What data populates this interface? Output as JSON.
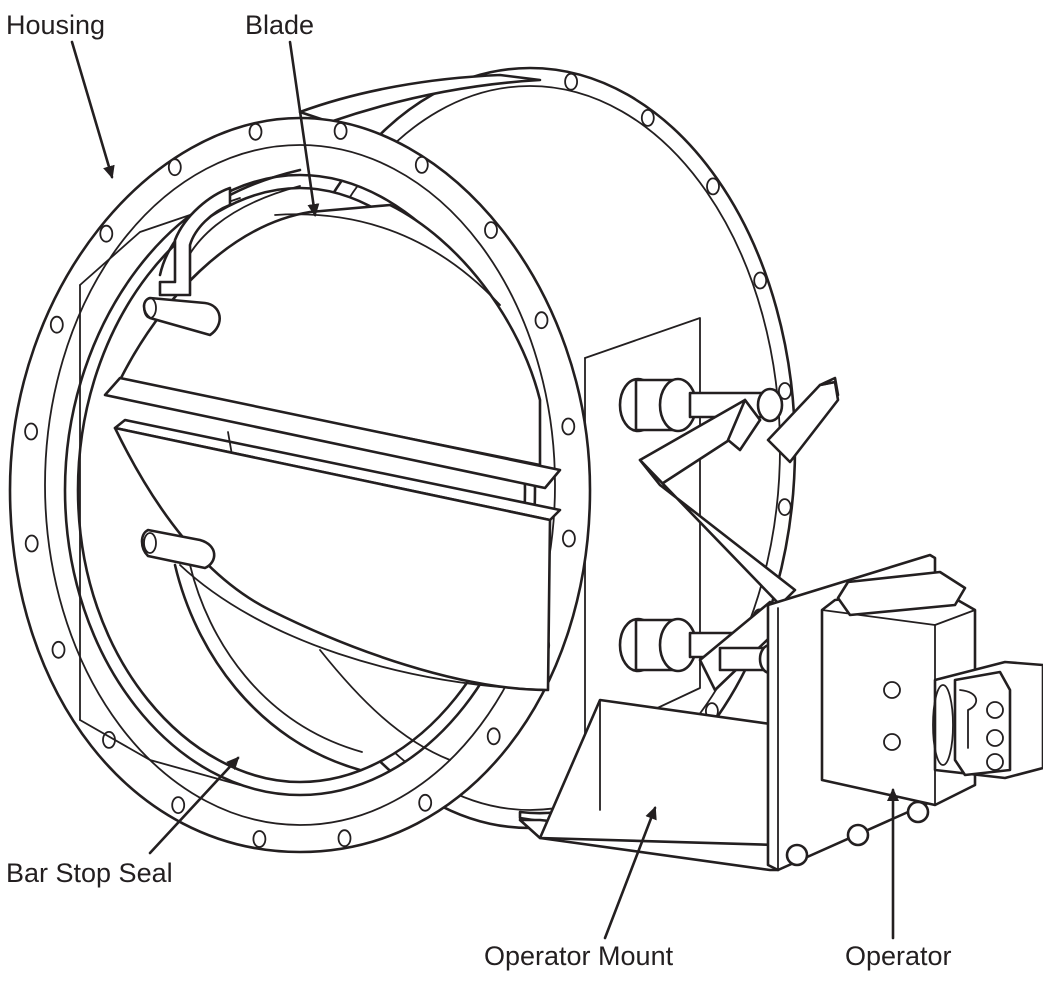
{
  "labels": {
    "housing": "Housing",
    "blade": "Blade",
    "bar_stop_seal": "Bar Stop Seal",
    "operator_mount": "Operator Mount",
    "operator": "Operator"
  }
}
